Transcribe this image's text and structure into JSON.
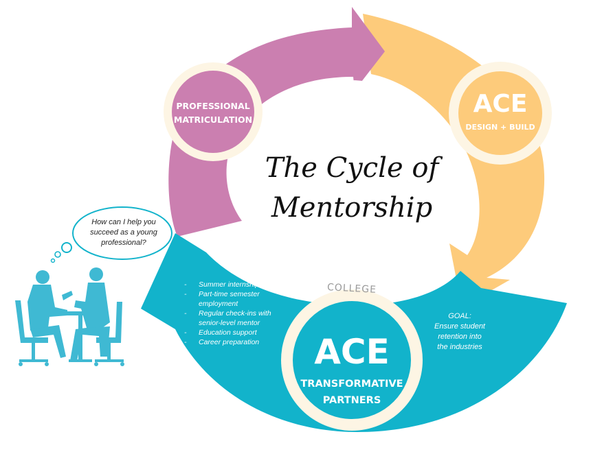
{
  "center": {
    "title_line1": "The Cycle of",
    "title_line2": "Mentorship",
    "college_label": "COLLEGE"
  },
  "nodes": {
    "professional": {
      "line1": "PROFESSIONAL",
      "line2": "MATRICULATION"
    },
    "design_build": {
      "title": "ACE",
      "subtitle": "DESIGN + BUILD"
    },
    "transformative": {
      "title": "ACE",
      "line1": "TRANSFORMATIVE",
      "line2": "PARTNERS"
    }
  },
  "speech_bubble": {
    "line1": "How can I help you",
    "line2": "succeed as a young",
    "line3": "professional?"
  },
  "benefits": [
    {
      "lines": [
        "Summer internships"
      ]
    },
    {
      "lines": [
        "Part-time semester",
        "employment"
      ]
    },
    {
      "lines": [
        "Regular check-ins with",
        "senior-level mentor"
      ]
    },
    {
      "lines": [
        "Education support"
      ]
    },
    {
      "lines": [
        "Career preparation"
      ]
    }
  ],
  "bullet_char": "-",
  "goal": {
    "heading": "GOAL:",
    "line1": "Ensure student",
    "line2": "retention into",
    "line3": "the industries"
  },
  "colors": {
    "pink": "#cb7fb0",
    "yellow": "#fdcb7b",
    "teal": "#12b3cb",
    "cream": "#fdf5e4",
    "text_dark": "#111111",
    "college_gray": "#9a9a9a",
    "figure_teal": "#3fb9d3"
  }
}
